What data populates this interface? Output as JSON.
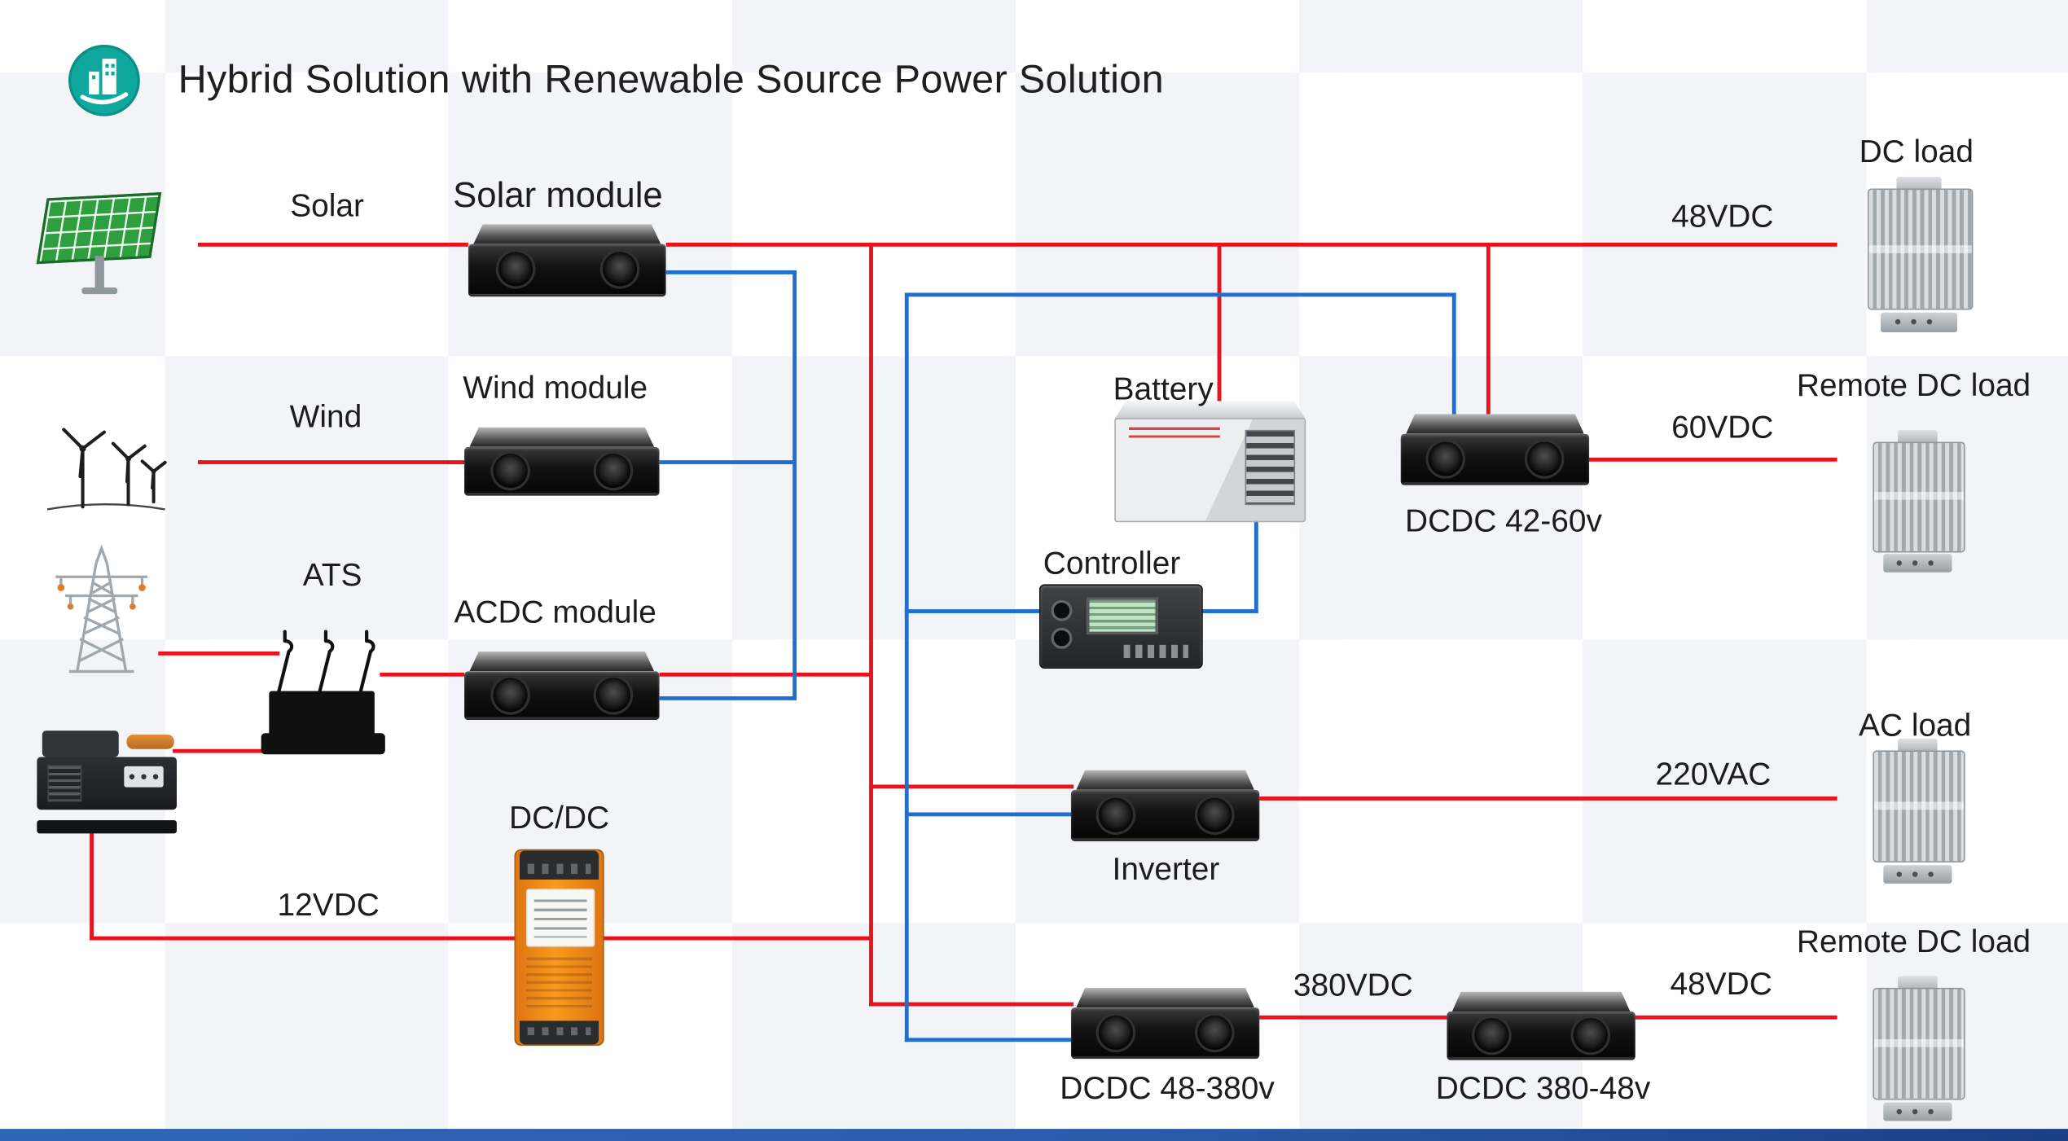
{
  "header": {
    "title": "Hybrid Solution with Renewable Source Power Solution"
  },
  "labels": {
    "solar": "Solar",
    "solar_module": "Solar module",
    "wind": "Wind",
    "wind_module": "Wind module",
    "ats": "ATS",
    "acdc_module": "ACDC module",
    "dc_dc": "DC/DC",
    "v12": "12VDC",
    "battery": "Battery",
    "controller": "Controller",
    "dcdc_42_60": "DCDC 42-60v",
    "v60": "60VDC",
    "dc_load": "DC load",
    "v48_top": "48VDC",
    "remote_dc_load_top": "Remote DC load",
    "inverter": "Inverter",
    "v220": "220VAC",
    "ac_load": "AC load",
    "dcdc_48_380": "DCDC 48-380v",
    "v380": "380VDC",
    "dcdc_380_48": "DCDC 380-48v",
    "v48_bottom": "48VDC",
    "remote_dc_load_bottom": "Remote DC load"
  },
  "colors": {
    "wire_red": "#e8131c",
    "wire_blue": "#1d6fd2",
    "footer_blue": "#2a5caa",
    "logo_teal": "#10a79c"
  },
  "diagram": {
    "nodes": [
      "solar-panel",
      "wind-turbines",
      "utility-tower",
      "generator",
      "ats",
      "solar-module",
      "wind-module",
      "acdc-module",
      "dc-dc-converter",
      "battery",
      "controller",
      "inverter",
      "dcdc-48-380",
      "dcdc-380-48",
      "dcdc-42-60",
      "dc-load",
      "remote-dc-load-top",
      "ac-load",
      "remote-dc-load-bottom"
    ],
    "edges": [
      {
        "from": "solar-panel",
        "to": "solar-module",
        "color": "red"
      },
      {
        "from": "wind-turbines",
        "to": "wind-module",
        "color": "red"
      },
      {
        "from": "utility-tower",
        "to": "ats",
        "color": "red"
      },
      {
        "from": "generator",
        "to": "ats",
        "color": "red"
      },
      {
        "from": "ats",
        "to": "acdc-module",
        "color": "red"
      },
      {
        "from": "generator",
        "to": "dc-dc-converter",
        "color": "red",
        "label": "12VDC"
      },
      {
        "from": "solar-module",
        "to": "dc-load",
        "color": "red",
        "label": "48VDC"
      },
      {
        "from": "red-dc-bus",
        "to": "battery",
        "color": "red"
      },
      {
        "from": "red-dc-bus",
        "to": "dcdc-42-60",
        "color": "red"
      },
      {
        "from": "red-dc-bus",
        "to": "inverter",
        "color": "red"
      },
      {
        "from": "red-dc-bus",
        "to": "dcdc-48-380",
        "color": "red"
      },
      {
        "from": "dcdc-42-60",
        "to": "remote-dc-load-top",
        "color": "red",
        "label": "60VDC"
      },
      {
        "from": "inverter",
        "to": "ac-load",
        "color": "red",
        "label": "220VAC"
      },
      {
        "from": "dcdc-48-380",
        "to": "dcdc-380-48",
        "color": "red",
        "label": "380VDC"
      },
      {
        "from": "dcdc-380-48",
        "to": "remote-dc-load-bottom",
        "color": "red",
        "label": "48VDC"
      },
      {
        "from": "solar-module",
        "to": "blue-bus",
        "color": "blue"
      },
      {
        "from": "wind-module",
        "to": "blue-bus",
        "color": "blue"
      },
      {
        "from": "acdc-module",
        "to": "blue-bus",
        "color": "blue"
      },
      {
        "from": "battery",
        "to": "controller",
        "color": "blue"
      },
      {
        "from": "blue-bus",
        "to": "controller",
        "color": "blue"
      },
      {
        "from": "blue-bus",
        "to": "inverter",
        "color": "blue"
      },
      {
        "from": "blue-bus",
        "to": "dcdc-48-380",
        "color": "blue"
      },
      {
        "from": "blue-bus",
        "to": "dcdc-42-60",
        "color": "blue"
      }
    ]
  }
}
